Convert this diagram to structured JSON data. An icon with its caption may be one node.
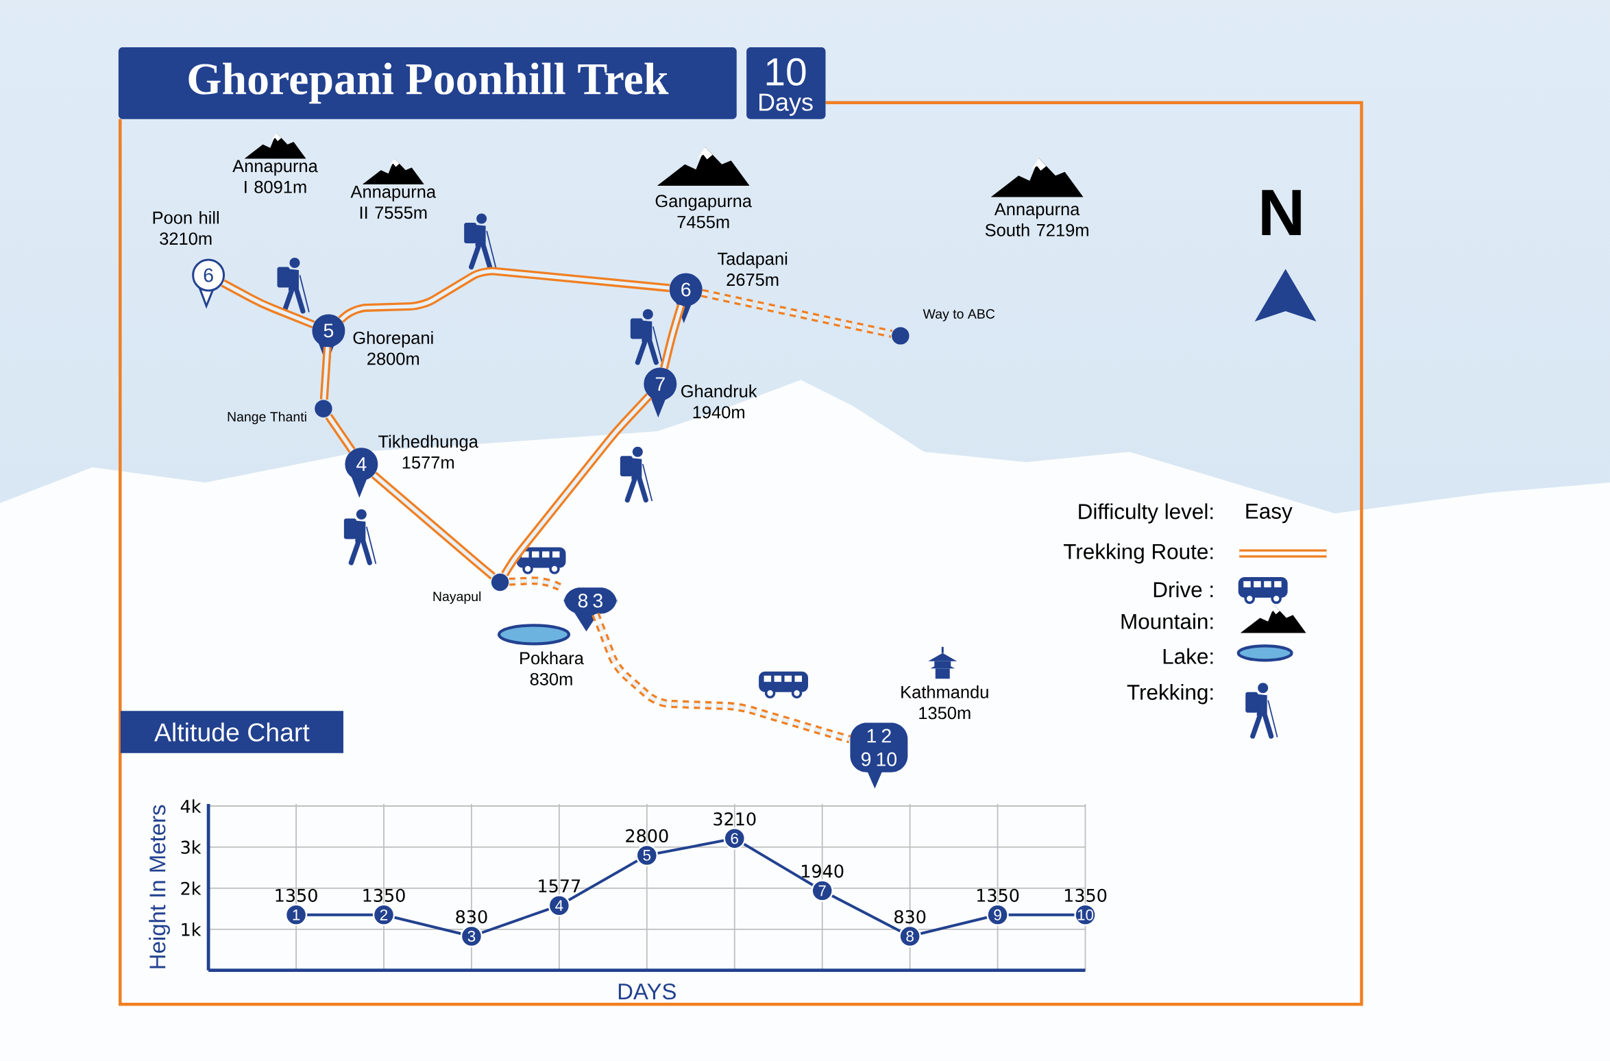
{
  "diagram": {
    "title": "Ghorepani Poonhill Trek",
    "nodes": [
      {
        "text": [
          "6"
        ],
        "beside": [
          "Poon hill 3210m"
        ]
      },
      {
        "text": [
          "5"
        ],
        "beside": [
          "Ghorepani 2800m"
        ]
      },
      {
        "text": [],
        "shape": "circle",
        "beside": [
          "Nange Thanti"
        ]
      },
      {
        "text": [
          "4"
        ],
        "beside": [
          "Tikhedhunga 1577m"
        ]
      },
      {
        "text": [],
        "shape": "circle",
        "beside": [
          "Nayapul"
        ]
      },
      {
        "text": [
          "8",
          "3"
        ],
        "beside": [
          "Pokhara 830m"
        ]
      },
      {
        "text": [
          "1",
          "2",
          "9",
          "10"
        ],
        "beside": [
          "Kathmandu 1350m"
        ]
      },
      {
        "text": [
          "7"
        ],
        "beside": [
          "Ghandruk 1940m"
        ]
      },
      {
        "text": [
          "6"
        ],
        "beside": [
          "Tadapani 2675m"
        ]
      },
      {
        "text": [],
        "shape": "circle",
        "beside": [
          "Way to ABC"
        ]
      }
    ],
    "edges": [
      {
        "from": 0,
        "to": 1,
        "arrow": "none"
      },
      {
        "from": 1,
        "to": 8,
        "arrow": "none"
      },
      {
        "from": 1,
        "to": 2,
        "arrow": "none"
      },
      {
        "from": 2,
        "to": 3,
        "arrow": "none"
      },
      {
        "from": 3,
        "to": 4,
        "arrow": "none"
      },
      {
        "from": 4,
        "to": 7,
        "arrow": "none"
      },
      {
        "from": 7,
        "to": 8,
        "arrow": "none"
      },
      {
        "from": 8,
        "to": 9,
        "arrow": "none",
        "style": "dashed"
      },
      {
        "from": 4,
        "to": 5,
        "arrow": "none",
        "style": "dashed"
      },
      {
        "from": 5,
        "to": 6,
        "arrow": "none",
        "style": "dashed"
      }
    ],
    "labels": [
      "10",
      "Days",
      "Annapurna I 8091m",
      "Annapurna II 7555m",
      "Gangapurna 7455m",
      "Annapurna South 7219m",
      "N",
      "Difficulty level:",
      "Easy"
    ],
    "legend": [
      {
        "text": "Trekking Route:"
      },
      {
        "text": "Drive :"
      },
      {
        "text": "Mountain:"
      },
      {
        "text": "Lake:"
      },
      {
        "text": "Trekking:"
      }
    ],
    "chart_data": {
      "type": "line",
      "title": "Altitude Chart",
      "xlabel": "DAYS",
      "ylabel": "Height In Meters",
      "categories": [
        "1",
        "2",
        "3",
        "4",
        "5",
        "6",
        "7",
        "8",
        "9",
        "10"
      ],
      "values": [
        1350,
        1350,
        830,
        1577,
        2800,
        3210,
        1940,
        830,
        1350,
        1350
      ],
      "ylim": [
        0,
        4000
      ],
      "yticks": [
        {
          "value": 1000,
          "label": "1k"
        },
        {
          "value": 2000,
          "label": "2k"
        },
        {
          "value": 3000,
          "label": "3k"
        },
        {
          "value": 4000,
          "label": "4k"
        }
      ],
      "data_labels": true,
      "grid": true,
      "marker": true
    }
  }
}
